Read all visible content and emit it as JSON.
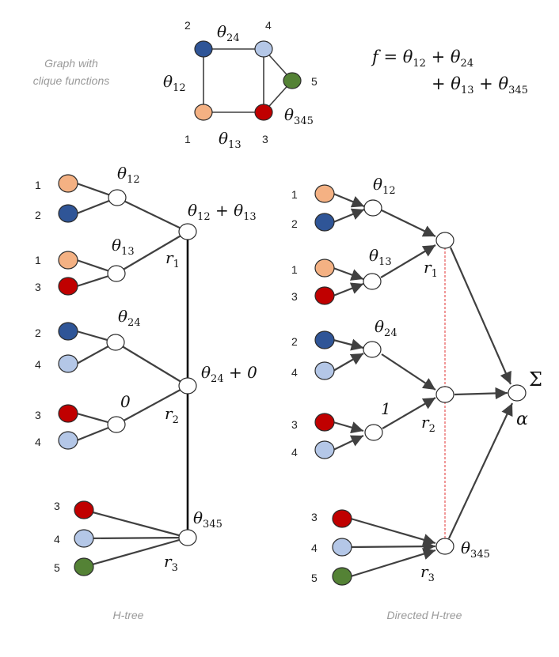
{
  "colors": {
    "node1": "#F4B183",
    "node2": "#2F5597",
    "node3": "#C00000",
    "node4": "#B4C7E7",
    "node5": "#548235",
    "empty": "#ffffff",
    "edge": "#404040",
    "dashed": "#e03030"
  },
  "top": {
    "caption_line1": "Graph with",
    "caption_line2": "clique functions",
    "vertex_labels": [
      "1",
      "2",
      "3",
      "4",
      "5"
    ],
    "clique_labels": [
      "θ12",
      "θ24",
      "θ13",
      "θ345"
    ],
    "formula_line1": "f = θ12 + θ24",
    "formula_line2": "+ θ13 + θ345"
  },
  "htree": {
    "caption": "H-tree",
    "leaf_labels": [
      "1",
      "2",
      "1",
      "3",
      "2",
      "4",
      "3",
      "4",
      "3",
      "4",
      "5"
    ],
    "inner_labels": [
      "θ12",
      "θ13",
      "θ24",
      "0"
    ],
    "root_labels": [
      "r1",
      "r2",
      "r3"
    ],
    "root_values": [
      "θ12 + θ13",
      "θ24 + 0",
      "θ345"
    ]
  },
  "directed": {
    "caption": "Directed H-tree",
    "leaf_labels": [
      "1",
      "2",
      "1",
      "3",
      "2",
      "4",
      "3",
      "4",
      "3",
      "4",
      "5"
    ],
    "inner_labels": [
      "θ12",
      "θ13",
      "θ24",
      "1"
    ],
    "root_labels": [
      "r1",
      "r2",
      "r3"
    ],
    "root_values": [
      "θ345"
    ],
    "alpha_label": "α",
    "sum_label": "Σ"
  }
}
